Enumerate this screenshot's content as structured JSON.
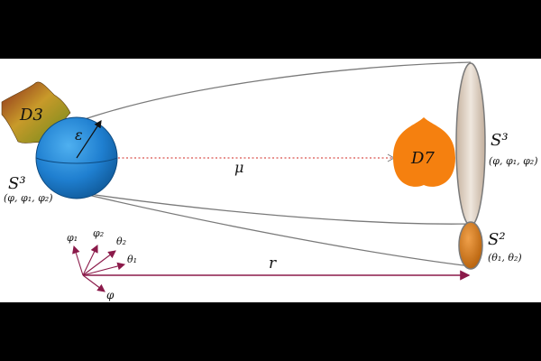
{
  "diagram": {
    "left_sphere": {
      "label": "S³",
      "coords": "(φ, φ₁, φ₂)"
    },
    "brane_d3": {
      "label": "D3"
    },
    "radius": {
      "label": "ε"
    },
    "throat": {
      "label": "μ"
    },
    "brane_d7": {
      "label": "D7"
    },
    "right_s3": {
      "label": "S³",
      "coords": "(φ, φ₁, φ₂)"
    },
    "right_s2": {
      "label": "S²",
      "coords": "(θ₁, θ₂)"
    },
    "radial": {
      "label": "r"
    },
    "frame_axes": {
      "phi1": "φ₁",
      "phi2": "φ₂",
      "theta2": "θ₂",
      "theta1": "θ₁",
      "phi": "φ"
    },
    "colors": {
      "sphere_blue": "#1f7fd0",
      "d7_orange": "#f5800f",
      "s2_orange": "#d9780d",
      "s3_disk": "#d9cbbd",
      "arrow_purple": "#8b1a4a",
      "dotted_red": "#d9534f",
      "outline_gray": "#7a7a7a"
    }
  }
}
